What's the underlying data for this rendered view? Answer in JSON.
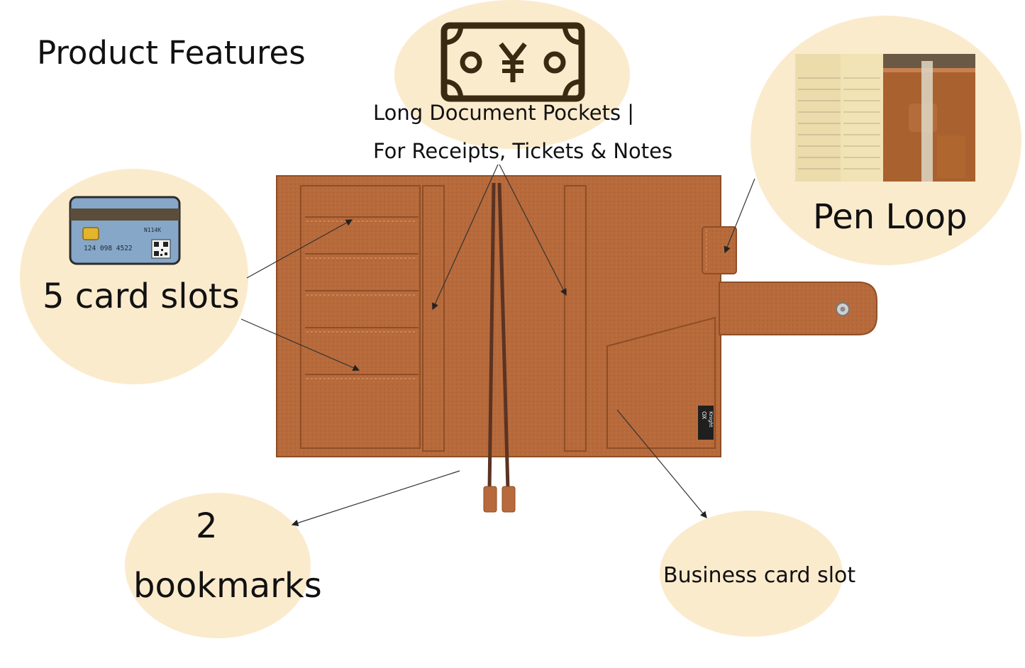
{
  "title": "Product Features",
  "callouts": {
    "documents_line1": "Long Document Pockets |",
    "documents_line2": "For Receipts, Tickets & Notes",
    "pen_loop": "Pen Loop",
    "card_slots": "5 card slots",
    "bookmarks_number": "2",
    "bookmarks_word": "bookmarks",
    "business_card": "Business card slot"
  },
  "card_illustration": {
    "chip_text": "N114K",
    "card_number": "124 098 4522"
  },
  "product_label": {
    "brand_short": "OX",
    "brand_name": "Knight"
  },
  "colors": {
    "bubble": "#fbebcd",
    "leather": "#b76a3b",
    "leather_dark": "#8f4e26",
    "stitch": "#d99a6a",
    "cord": "#5a3323"
  }
}
